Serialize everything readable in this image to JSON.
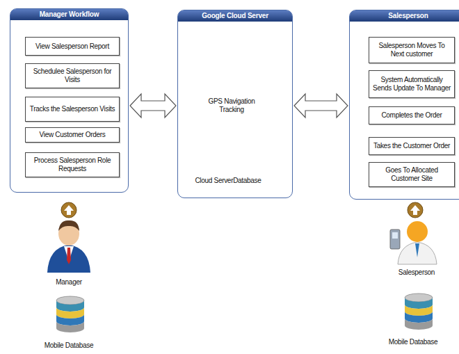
{
  "diagram": {
    "nodes": [
      {
        "text": [
          "Manager Workflow"
        ]
      },
      {
        "text": [
          "View Salesperson Report"
        ],
        "in": 0
      },
      {
        "text": [
          "Schedulee Salesperson for Visits"
        ],
        "in": 0
      },
      {
        "text": [
          "Tracks the Salesperson Visits"
        ],
        "in": 0
      },
      {
        "text": [
          "View Customer Orders"
        ],
        "in": 0
      },
      {
        "text": [
          "Process Salesperson Role Requests"
        ],
        "in": 0
      },
      {
        "text": [
          "Google Cloud Server"
        ]
      },
      {
        "text": [
          "Salesperson"
        ]
      },
      {
        "text": [
          "Salesperson Moves To Next customer"
        ],
        "in": 7
      },
      {
        "text": [
          "System Automatically Sends Update To Manager"
        ],
        "in": 7
      },
      {
        "text": [
          "Completes the Order"
        ],
        "in": 7
      },
      {
        "text": [
          "Takes the Customer Order"
        ],
        "in": 7
      },
      {
        "text": [
          "Goes To Allocated Customer Site"
        ],
        "in": 7
      }
    ],
    "edges": [
      {
        "from": 0,
        "to": 6,
        "arrow": "both"
      },
      {
        "from": 6,
        "to": 7,
        "arrow": "both"
      }
    ],
    "labels": [
      "GPS Navigation Tracking",
      "Cloud ServerDatabase",
      "Manager",
      "Mobile Database",
      "Salesperson",
      "Mobile Database"
    ]
  }
}
